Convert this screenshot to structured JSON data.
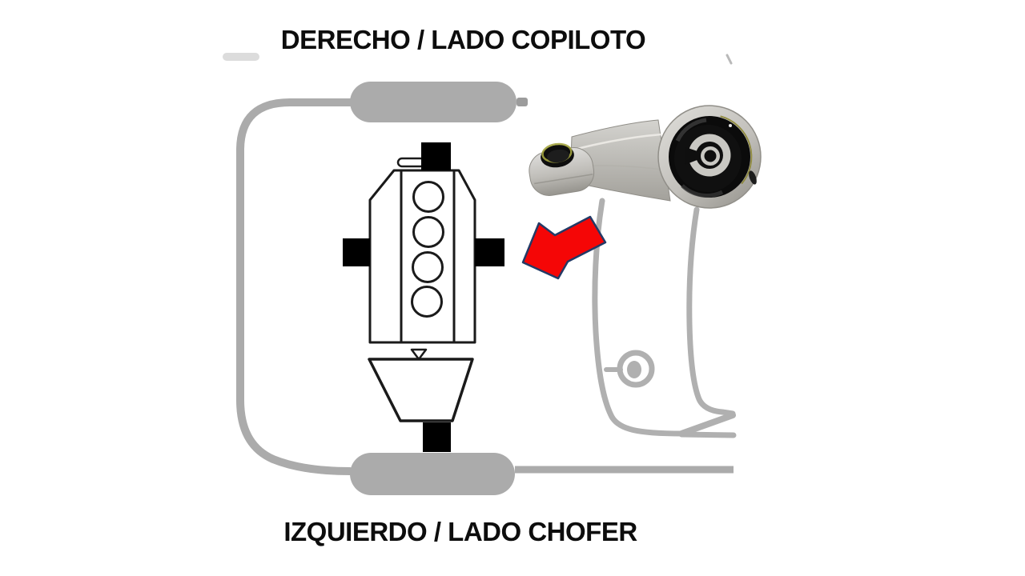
{
  "title_top": "DERECHO / LADO COPILOTO",
  "title_bottom": "IZQUIERDO / LADO CHOFER",
  "colors": {
    "background": "#ffffff",
    "text": "#0d0d0d",
    "diagram_line": "#1a1a1a",
    "chassis_gray": "#ababab",
    "ghost_gray": "#b0b0b0",
    "mount_black": "#000000",
    "arrow_fill": "#f50606",
    "arrow_outline": "#233a66"
  },
  "icons": {
    "arrow": "red-block-arrow-pointing-to-right-engine-mount"
  },
  "diagram": {
    "cylinders": 4,
    "mounts": [
      "top",
      "left",
      "right",
      "transmission-bottom"
    ]
  }
}
